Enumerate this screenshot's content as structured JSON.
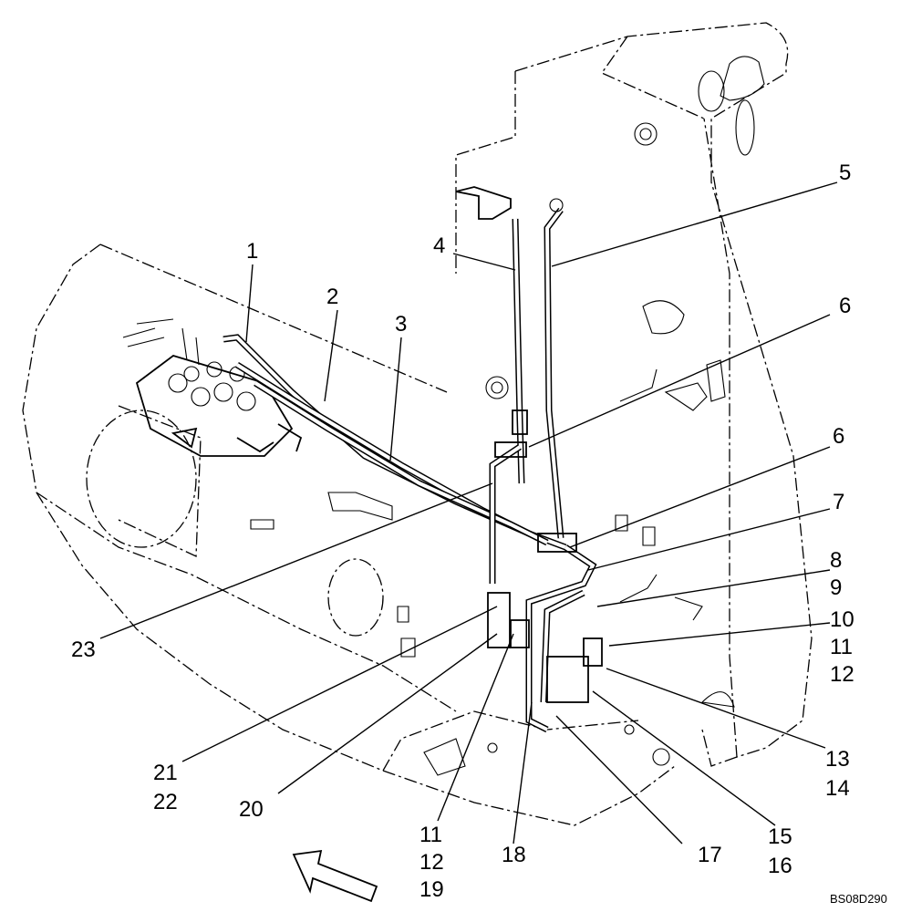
{
  "diagram": {
    "callouts": [
      {
        "id": "c1",
        "lines": [
          "1"
        ]
      },
      {
        "id": "c2",
        "lines": [
          "2"
        ]
      },
      {
        "id": "c3",
        "lines": [
          "3"
        ]
      },
      {
        "id": "c4",
        "lines": [
          "4"
        ]
      },
      {
        "id": "c5",
        "lines": [
          "5"
        ]
      },
      {
        "id": "c6a",
        "lines": [
          "6"
        ]
      },
      {
        "id": "c6b",
        "lines": [
          "6"
        ]
      },
      {
        "id": "c7",
        "lines": [
          "7"
        ]
      },
      {
        "id": "c8",
        "lines": [
          "8",
          "9"
        ]
      },
      {
        "id": "c10",
        "lines": [
          "10",
          "11",
          "12"
        ]
      },
      {
        "id": "c13",
        "lines": [
          "13",
          "14"
        ]
      },
      {
        "id": "c15",
        "lines": [
          "15",
          "16"
        ]
      },
      {
        "id": "c17",
        "lines": [
          "17"
        ]
      },
      {
        "id": "c18",
        "lines": [
          "18"
        ]
      },
      {
        "id": "c11",
        "lines": [
          "11",
          "12",
          "19"
        ]
      },
      {
        "id": "c20",
        "lines": [
          "20"
        ]
      },
      {
        "id": "c21",
        "lines": [
          "21",
          "22"
        ]
      },
      {
        "id": "c23",
        "lines": [
          "23"
        ]
      }
    ],
    "reference_code": "BS08D290",
    "arrow_icon": "direction-arrow-icon"
  }
}
